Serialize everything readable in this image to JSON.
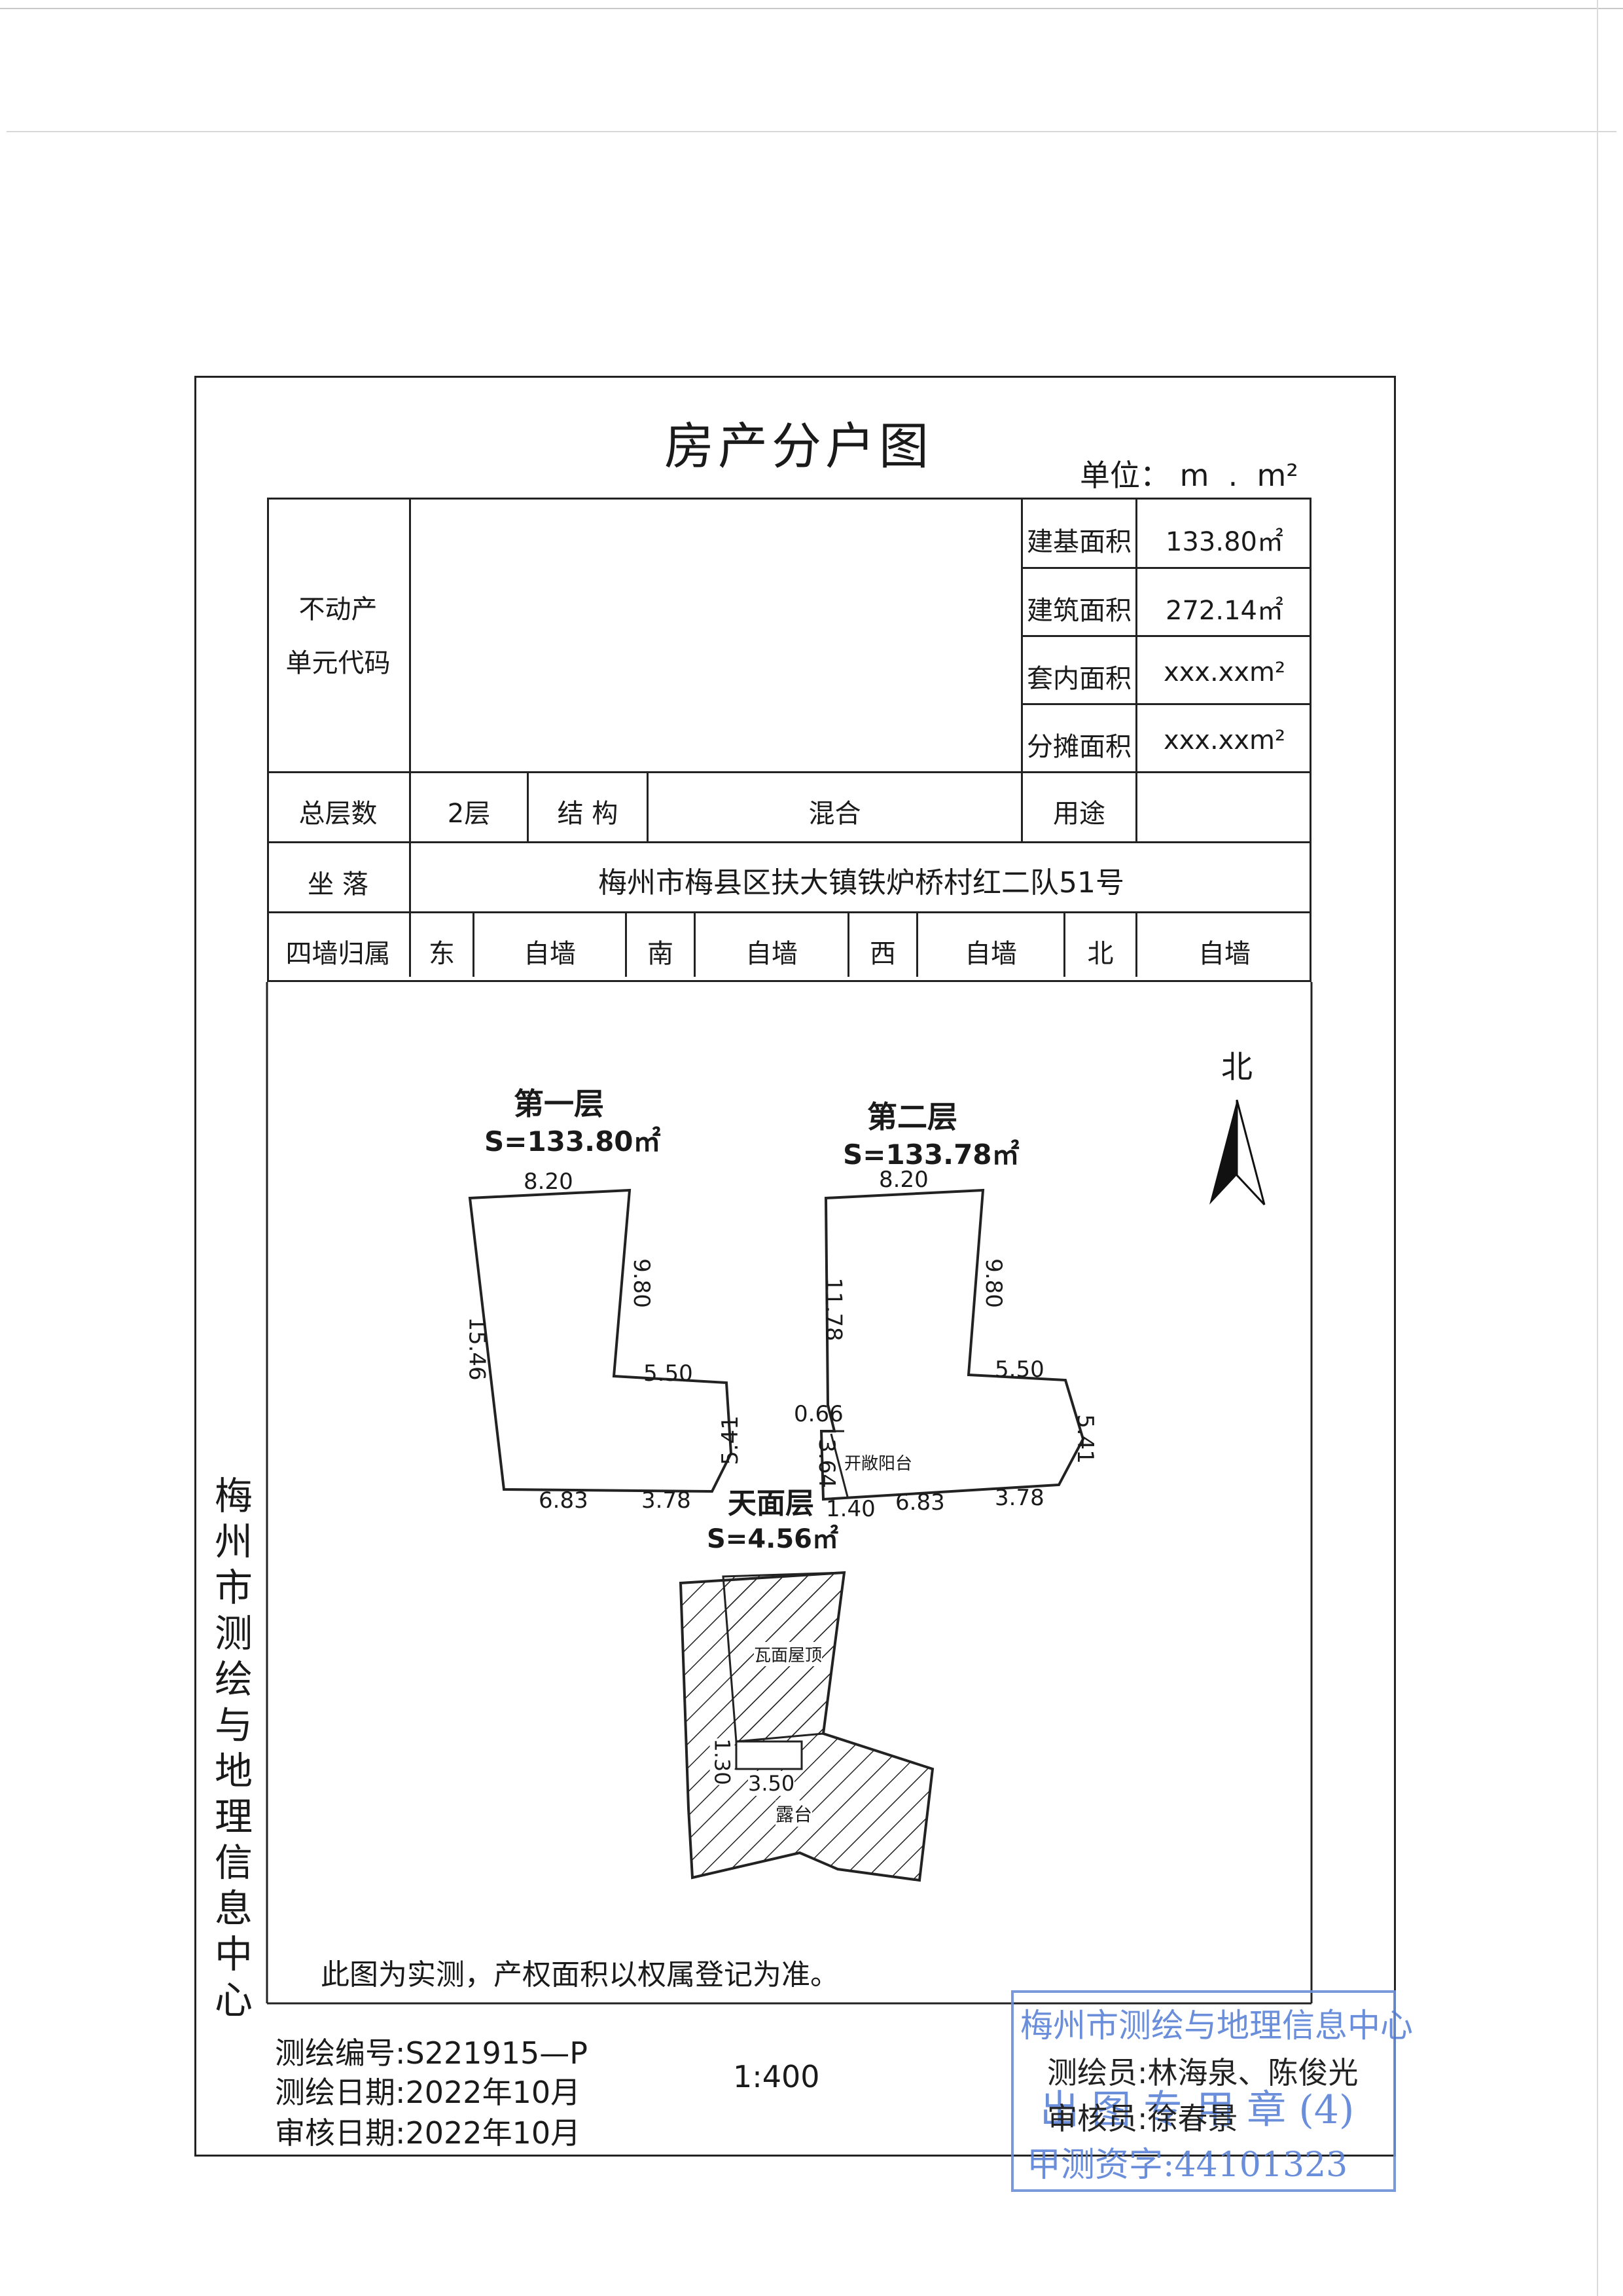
{
  "title": "房产分户图",
  "unit": "单位： m  .  m²",
  "table": {
    "code_label_1": "不动产",
    "code_label_2": "单元代码",
    "areas": [
      {
        "label": "建基面积",
        "value": "133.80㎡"
      },
      {
        "label": "建筑面积",
        "value": "272.14㎡"
      },
      {
        "label": "套内面积",
        "value": "xxx.xxm²"
      },
      {
        "label": "分摊面积",
        "value": "xxx.xxm²"
      }
    ],
    "floors_label": "总层数",
    "floors_value": "2层",
    "structure_label": "结  构",
    "structure_value": "混合",
    "use_label": "用途",
    "use_value": "",
    "location_label": "坐  落",
    "location_value": "梅州市梅县区扶大镇铁炉桥村红二队51号",
    "walls_label": "四墙归属",
    "walls": [
      {
        "dir": "东",
        "owner": "自墙"
      },
      {
        "dir": "南",
        "owner": "自墙"
      },
      {
        "dir": "西",
        "owner": "自墙"
      },
      {
        "dir": "北",
        "owner": "自墙"
      }
    ]
  },
  "plan": {
    "north": "北",
    "floor1": {
      "name": "第一层",
      "area": "S=133.80㎡",
      "dims": [
        "8.20",
        "9.80",
        "15.46",
        "5.50",
        "5.41",
        "6.83",
        "3.78"
      ]
    },
    "floor2": {
      "name": "第二层",
      "area": "S=133.78㎡",
      "dims": [
        "8.20",
        "9.80",
        "11.78",
        "5.50",
        "5.41",
        "0.66",
        "3.64",
        "1.40",
        "6.83",
        "3.78"
      ],
      "balcony": "开敞阳台"
    },
    "roof": {
      "name": "天面层",
      "area": "S=4.56㎡",
      "tile_roof": "瓦面屋顶",
      "terrace": "露台",
      "dims": [
        "1.30",
        "3.50"
      ]
    }
  },
  "side_text": "梅州市测绘与地理信息中心",
  "note": "此图为实测，产权面积以权属登记为准。",
  "meta": {
    "survey_no": "测绘编号:S221915—P",
    "survey_date": "测绘日期:2022年10月",
    "review_date": "审核日期:2022年10月",
    "scale": "1:400",
    "surveyor": "测绘员:林海泉、陈俊光",
    "reviewer": "审核员:徐春景"
  },
  "stamp": {
    "line1": "梅州市测绘与地理信息中心",
    "line2": "出 图 专 用 章 (4)",
    "line3": "甲测资字:44101323"
  }
}
